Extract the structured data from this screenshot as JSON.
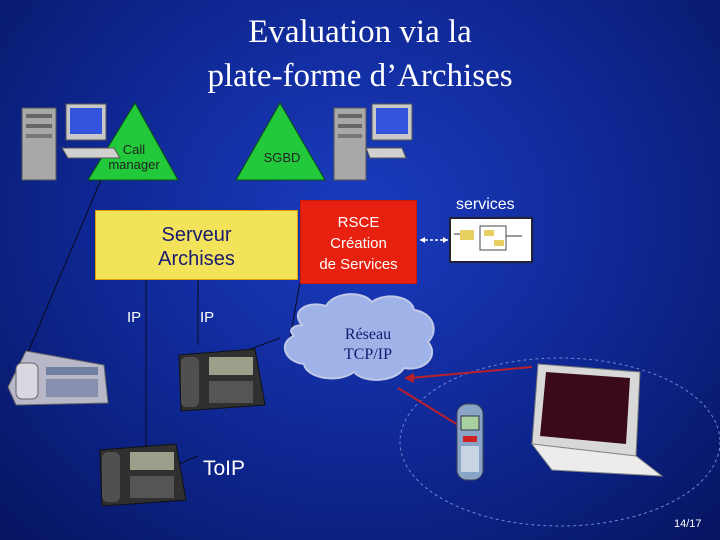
{
  "slide": {
    "title_line1": "Evaluation via la",
    "title_line2": "plate-forme d’Archises",
    "call_manager": [
      "Call",
      "manager"
    ],
    "sgbd": "SGBD",
    "serveur": [
      "Serveur",
      "Archises"
    ],
    "rsce": [
      "RSCE",
      "Création",
      "de Services"
    ],
    "services": "services",
    "ip_left": "IP",
    "ip_right": "IP",
    "reseau": [
      "Réseau",
      "TCP/IP"
    ],
    "toip": "ToIP",
    "page": "14/17"
  },
  "colors": {
    "triangle": "#22c93a",
    "serveur_box": "#f3e35a",
    "rsce_box": "#e8200f",
    "cloud": "#9fb3e8",
    "red_link": "#b8202a"
  },
  "icons": [
    "server-computer-icon",
    "server-computer-icon",
    "desk-phone-icon",
    "ip-phone-icon",
    "ip-phone-icon",
    "mobile-phone-icon",
    "laptop-icon",
    "services-diagram-icon"
  ]
}
